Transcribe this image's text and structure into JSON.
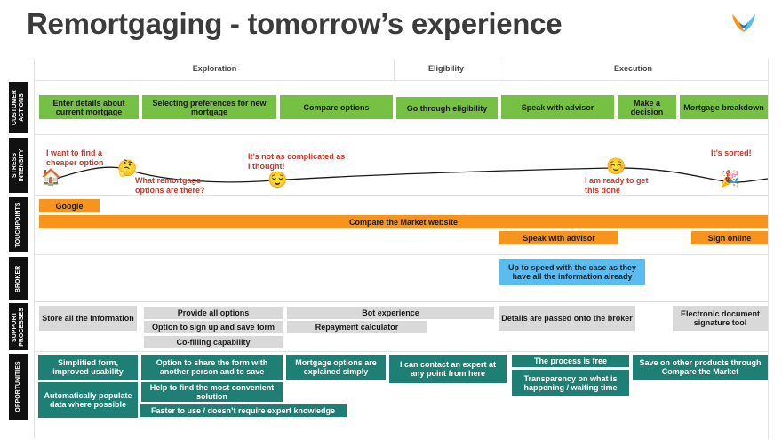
{
  "title": "Remortgaging - tomorrow’s experience",
  "phases": [
    "Exploration",
    "Eligibility",
    "Execution"
  ],
  "lanes": {
    "customer_actions": "CUSTOMER\nACTIONS",
    "stress": "STRESS\nINTENSITY",
    "touchpoints": "TOUCHPOINTS",
    "broker": "BROKER",
    "support": "SUPPORT\nPROCESSES",
    "opportunities": "OPPORTUNITIES"
  },
  "actions": [
    "Enter details about current mortgage",
    "Selecting preferences for new mortgage",
    "Compare options",
    "Go through eligibility",
    "Speak with advisor",
    "Make a decision",
    "Mortgage breakdown"
  ],
  "stress": {
    "thoughts": [
      "I want to find a cheaper option",
      "What remortgage options are there?",
      "It’s not as complicated as I thought!",
      "I am ready to get this done",
      "It’s sorted!"
    ],
    "emojis": [
      "house-emoji",
      "thinking-emoji",
      "relieved-emoji",
      "smiling-emoji",
      "party-emoji"
    ]
  },
  "touchpoints": [
    "Google",
    "Compare the Market website",
    "Speak with advisor",
    "Sign online"
  ],
  "broker": [
    "Up to speed with the case as they have all the information already"
  ],
  "support": [
    "Store all the information",
    "Provide all options",
    "Option to sign up and save form",
    "Co-filling capability",
    "Bot experience",
    "Repayment calculator",
    "Details are passed onto the broker",
    "Electronic document signature tool"
  ],
  "opportunities": [
    "Simplified form, improved usability",
    "Automatically populate data where possible",
    "Option to share the form with another person and to save",
    "Help to find the most convenient solution",
    "Faster to use / doesn’t require expert knowledge",
    "Mortgage options are explained simply",
    "I can contact an expert at any point from here",
    "The process is free",
    "Transparency on what is happening / waiting time",
    "Save on other products through Compare the Market"
  ],
  "colors": {
    "green": "#76c043",
    "orange": "#f7941d",
    "blue": "#5bbcef",
    "grey": "#d9d9d9",
    "teal": "#1e7f74",
    "thought": "#c0392b"
  }
}
